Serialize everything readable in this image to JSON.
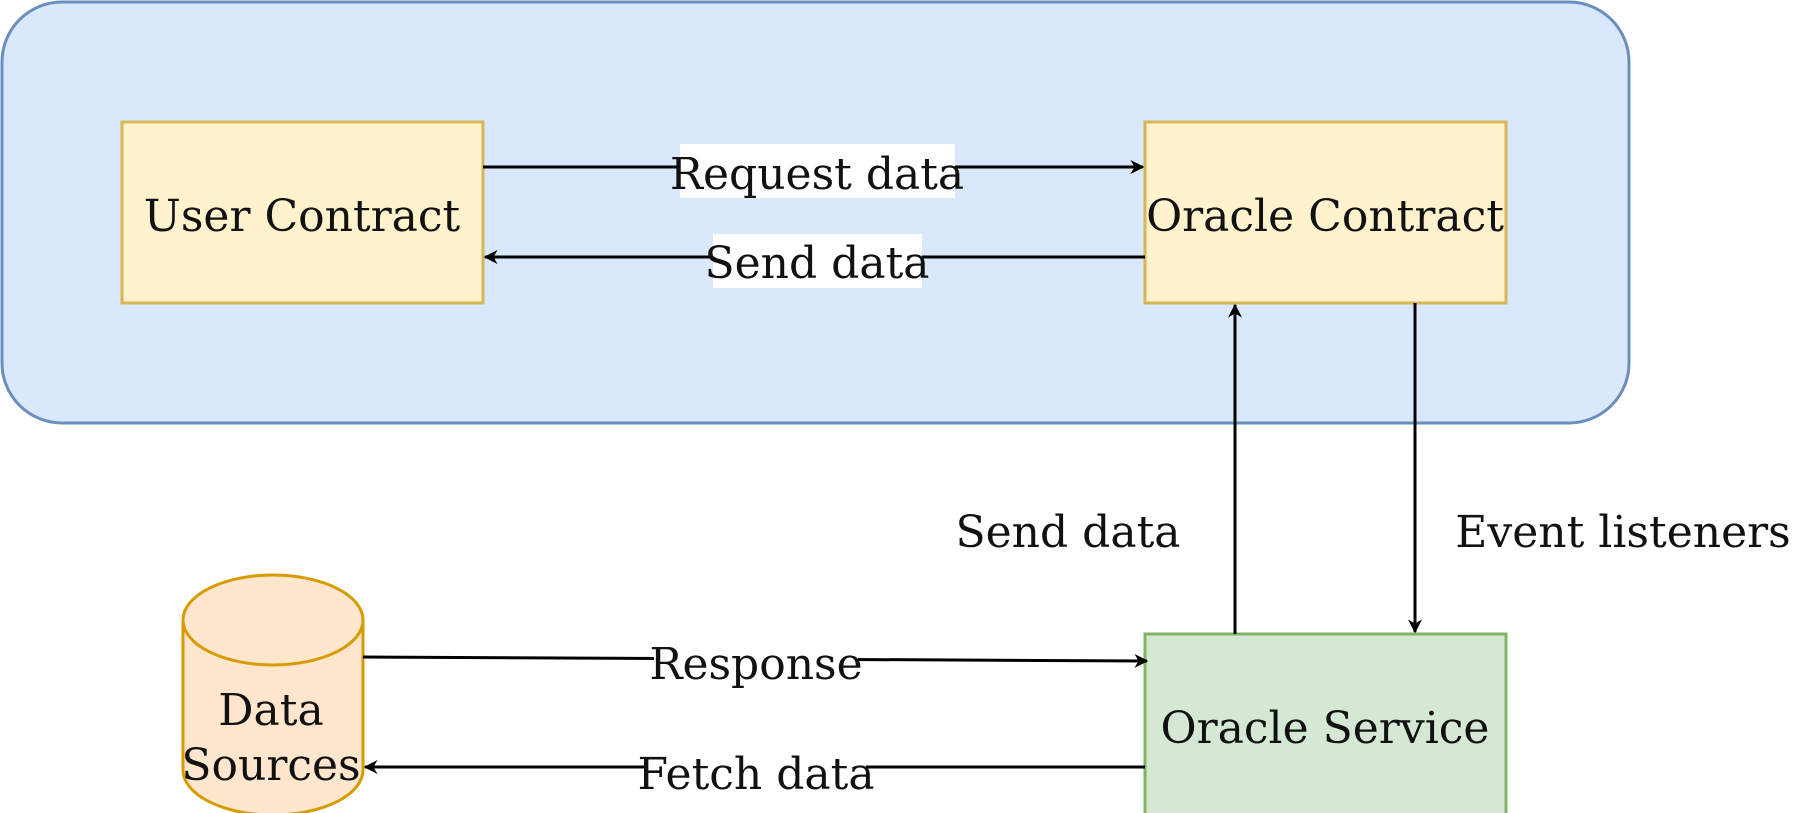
{
  "colors": {
    "group_fill": "#dae8fc",
    "group_stroke": "#6c8ebf",
    "contract_fill": "#fff2cc",
    "contract_stroke": "#d6b656",
    "service_fill": "#d5e8d4",
    "service_stroke": "#82b366",
    "datasource_fill": "#ffe6cc",
    "datasource_stroke": "#d79b00",
    "edge": "#000000",
    "label_bg": "#ffffff"
  },
  "nodes": {
    "user_contract": "User Contract",
    "oracle_contract": "Oracle Contract",
    "oracle_service": "Oracle Service",
    "data_sources_line1": "Data",
    "data_sources_line2": "Sources"
  },
  "edges": {
    "request_data": "Request data",
    "send_data_contract": "Send data",
    "send_data_service": "Send data",
    "event_listeners": "Event listeners",
    "response": "Response",
    "fetch_data": "Fetch data"
  }
}
